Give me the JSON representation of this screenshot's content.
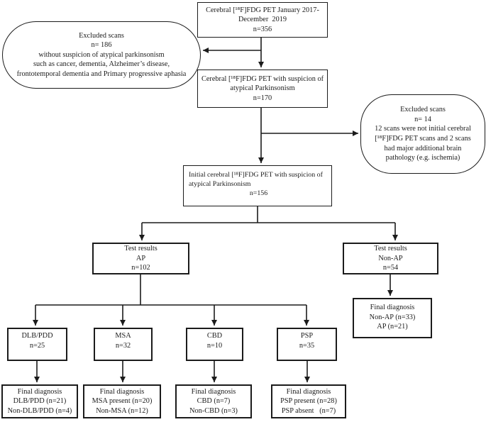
{
  "colors": {
    "stroke": "#1b1b1b",
    "background": "#ffffff",
    "text": "#1b1b1b"
  },
  "nodes": {
    "pet_total": {
      "lines": [
        "Cerebral [¹⁸F]FDG PET January 2017-",
        "December  2019",
        "n=356"
      ]
    },
    "excluded_186": {
      "lines": [
        "Excluded scans",
        "n= 186",
        "without suspicion of atypical parkinsonism",
        "such as cancer, dementia, Alzheimer’s disease,",
        "frontotemporal dementia and Primary progressive aphasia"
      ]
    },
    "pet_suspicion": {
      "lines": [
        "Cerebral [¹⁸F]FDG PET with suspicion of",
        "atypical Parkinsonism",
        "n=170"
      ]
    },
    "excluded_14": {
      "lines": [
        "Excluded scans",
        "n= 14",
        "12 scans were not initial cerebral",
        "[¹⁸F]FDG PET scans and 2 scans",
        "had major additional brain",
        "pathology (e.g. ischemia)"
      ]
    },
    "initial_pet": {
      "lines": [
        "Initial cerebral [¹⁸F]FDG PET with suspicion of",
        "atypical Parkinsonism",
        "n=156"
      ]
    },
    "test_ap": {
      "lines": [
        "Test results",
        "AP",
        "n=102"
      ]
    },
    "test_nonap": {
      "lines": [
        "Test results",
        "Non-AP",
        "n=54"
      ]
    },
    "final_nonap": {
      "lines": [
        "Final diagnosis",
        "Non-AP (n=33)",
        "AP (n=21)"
      ]
    },
    "dlb": {
      "lines": [
        "DLB/PDD",
        "n=25"
      ]
    },
    "msa": {
      "lines": [
        "MSA",
        "n=32"
      ]
    },
    "cbd": {
      "lines": [
        "CBD",
        "n=10"
      ]
    },
    "psp": {
      "lines": [
        "PSP",
        "n=35"
      ]
    },
    "final_dlb": {
      "lines": [
        "Final diagnosis",
        "DLB/PDD (n=21)",
        "Non-DLB/PDD (n=4)"
      ]
    },
    "final_msa": {
      "lines": [
        "Final diagnosis",
        "MSA present (n=20)",
        "Non-MSA (n=12)"
      ]
    },
    "final_cbd": {
      "lines": [
        "Final diagnosis",
        "CBD (n=7)",
        "Non-CBD (n=3)"
      ]
    },
    "final_psp": {
      "lines": [
        "Final diagnosis",
        "PSP present (n=28)",
        "PSP absent   (n=7)"
      ]
    }
  }
}
